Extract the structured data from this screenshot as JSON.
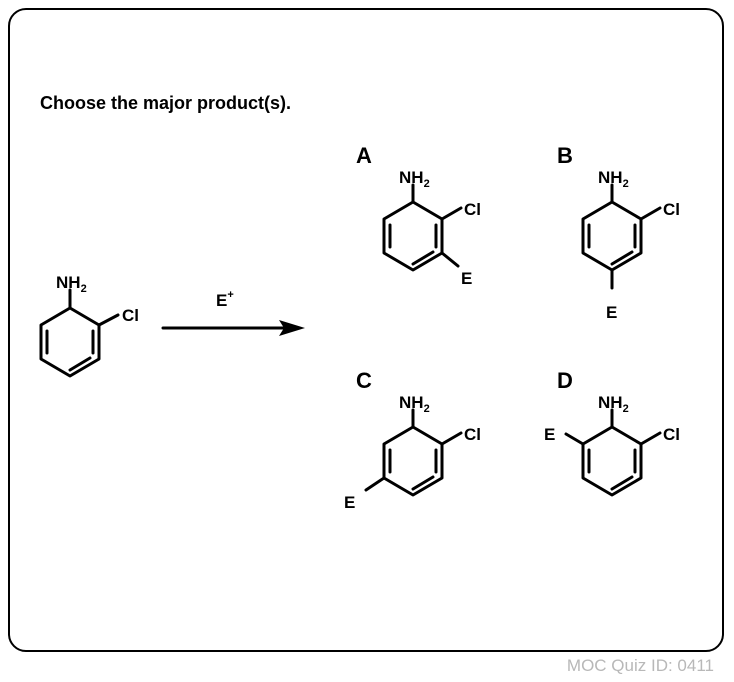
{
  "question": "Choose the major product(s).",
  "reagent": {
    "text": "E",
    "sup": "+"
  },
  "groups": {
    "amine": "NH",
    "amine_sub": "2",
    "chloro": "Cl",
    "electrophile": "E"
  },
  "options": [
    {
      "letter": "A"
    },
    {
      "letter": "B"
    },
    {
      "letter": "C"
    },
    {
      "letter": "D"
    }
  ],
  "footer": "MOC Quiz ID: 0411"
}
